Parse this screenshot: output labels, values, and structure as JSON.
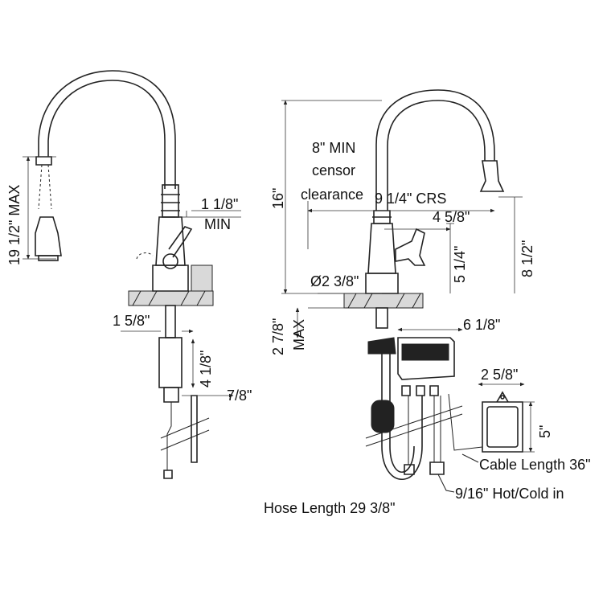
{
  "left_view": {
    "height_pullout": "19 1/2\" MAX",
    "spout_clearance": "1 1/8\"",
    "spout_clearance_note": "MIN",
    "shank_diameter": "1 5/8\"",
    "body_length": "4 1/8\"",
    "connector_offset": "7/8\""
  },
  "right_view": {
    "total_height": "16\"",
    "sensor_note_line1": "8\" MIN",
    "sensor_note_line2": "censor",
    "sensor_note_line3": "clearance",
    "reach": "9 1/4\"  CRS",
    "handle_reach": "4 5/8\"",
    "spout_height": "8 1/2\"",
    "handle_height": "5 1/4\"",
    "base_diameter": "Ø2 3/8\"",
    "deck_thickness": "2 7/8\"",
    "deck_note": "MAX",
    "control_box_width": "6 1/8\"",
    "battery_box_width": "2 5/8\"",
    "battery_box_height": "5\"",
    "cable_length": "Cable Length 36\"",
    "supply_note": "9/16\" Hot/Cold in",
    "hose_length": "Hose Length 29 3/8\""
  }
}
